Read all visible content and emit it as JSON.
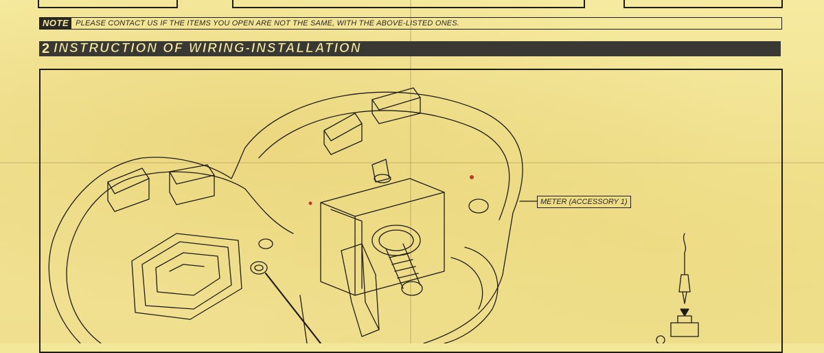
{
  "note": {
    "tag": "NOTE",
    "text": "PLEASE CONTACT US IF THE ITEMS YOU OPEN ARE NOT THE SAME, WITH THE ABOVE-LISTED ONES."
  },
  "section": {
    "number": "2",
    "title": "INSTRUCTION OF WIRING-INSTALLATION"
  },
  "diagram": {
    "callout_meter": "METER (ACCESSORY 1)"
  }
}
